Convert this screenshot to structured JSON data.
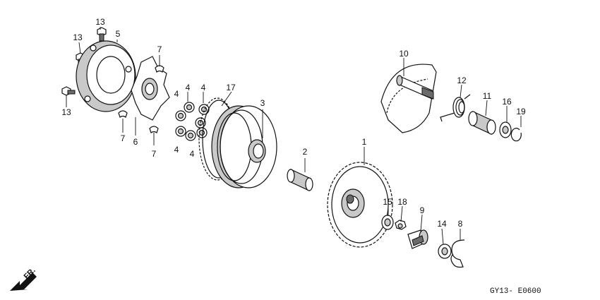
{
  "labels": {
    "p1": "1",
    "p2": "2",
    "p3": "3",
    "p4a": "4",
    "p4b": "4",
    "p4c": "4",
    "p4d": "4",
    "p4e": "4",
    "p5": "5",
    "p6": "6",
    "p7a": "7",
    "p7b": "7",
    "p7c": "7",
    "p8": "8",
    "p9": "9",
    "p10": "10",
    "p11": "11",
    "p12": "12",
    "p13a": "13",
    "p13b": "13",
    "p13c": "13",
    "p14": "14",
    "p15": "15",
    "p16": "16",
    "p17": "17",
    "p18": "18",
    "p19": "19"
  },
  "front_indicator": "FR.",
  "diagram_code": "GY13- E0600"
}
